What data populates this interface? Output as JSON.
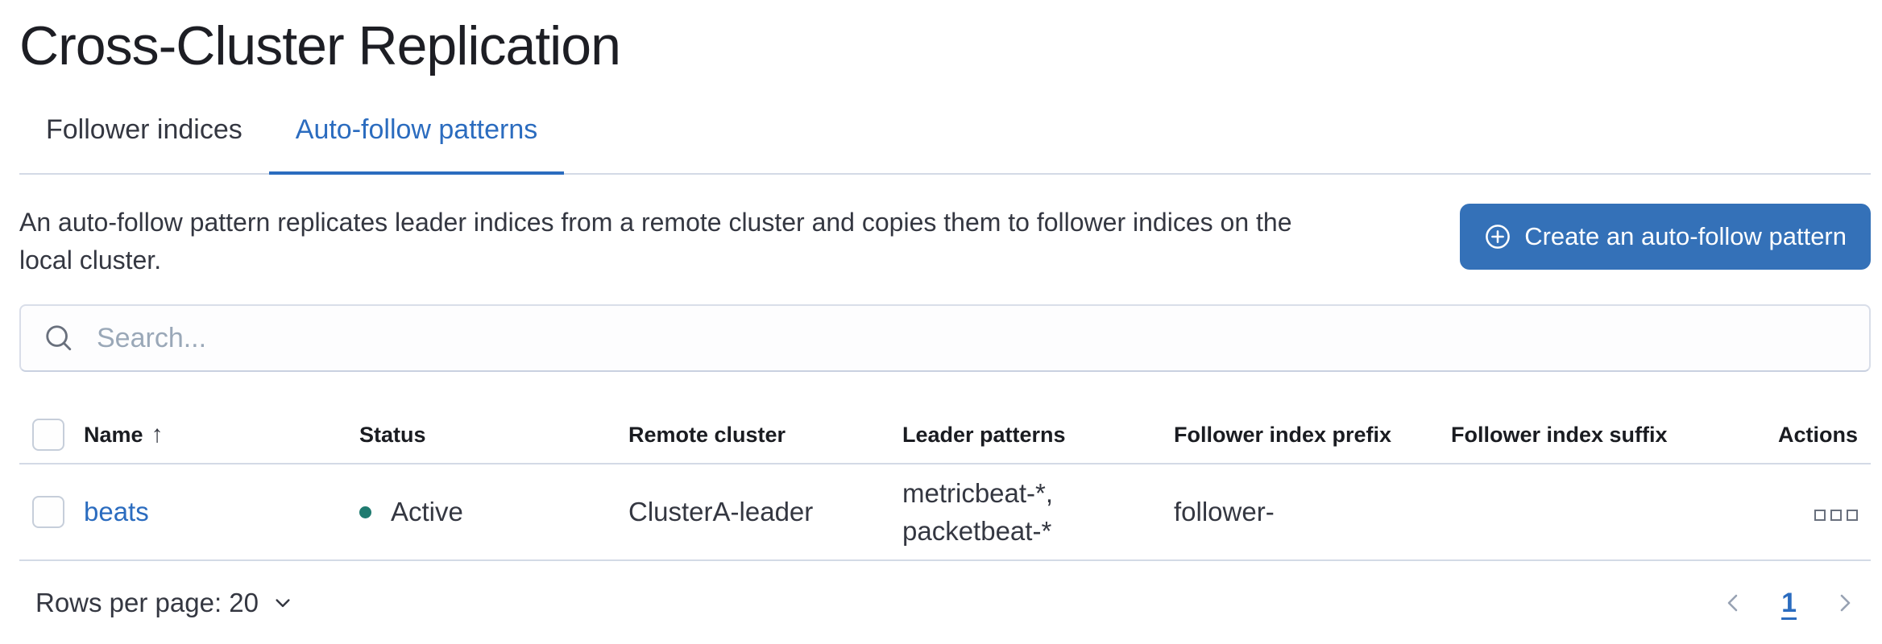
{
  "page": {
    "title": "Cross-Cluster Replication"
  },
  "tabs": [
    {
      "label": "Follower indices",
      "active": false
    },
    {
      "label": "Auto-follow patterns",
      "active": true
    }
  ],
  "description_lines": [
    "An auto-follow pattern replicates leader indices from a remote cluster and copies them to follower indices on the",
    "local cluster."
  ],
  "create_button": {
    "label": "Create an auto-follow pattern",
    "icon": "plus-in-circle"
  },
  "search": {
    "placeholder": "Search...",
    "value": "",
    "icon": "magnifier"
  },
  "table": {
    "columns": [
      "Name",
      "Status",
      "Remote cluster",
      "Leader patterns",
      "Follower index prefix",
      "Follower index suffix",
      "Actions"
    ],
    "sort": {
      "column": "Name",
      "direction": "ascending",
      "arrow": "↑"
    },
    "rows": [
      {
        "name": "beats",
        "status": "Active",
        "remote_cluster": "ClusterA-leader",
        "leader_patterns": [
          "metricbeat-*,",
          "packetbeat-*"
        ],
        "follower_index_prefix": "follower-",
        "follower_index_suffix": "",
        "actions_icon": "boxes-horizontal"
      }
    ]
  },
  "footer": {
    "rows_per_page_label": "Rows per page: 20",
    "pagination": {
      "prev_icon": "chevron-left",
      "current_page": "1",
      "next_icon": "chevron-right"
    }
  },
  "colors": {
    "primary_link": "#2B6CBF",
    "button_fill": "#3471B8",
    "success_dot": "#1F7B70",
    "border": "#D3DAE6",
    "text": "#343741",
    "title_text": "#1D1E24",
    "subdued_icon": "#69707D",
    "placeholder": "#9AA8B8",
    "pagination_chevron": "#98A2B3"
  }
}
